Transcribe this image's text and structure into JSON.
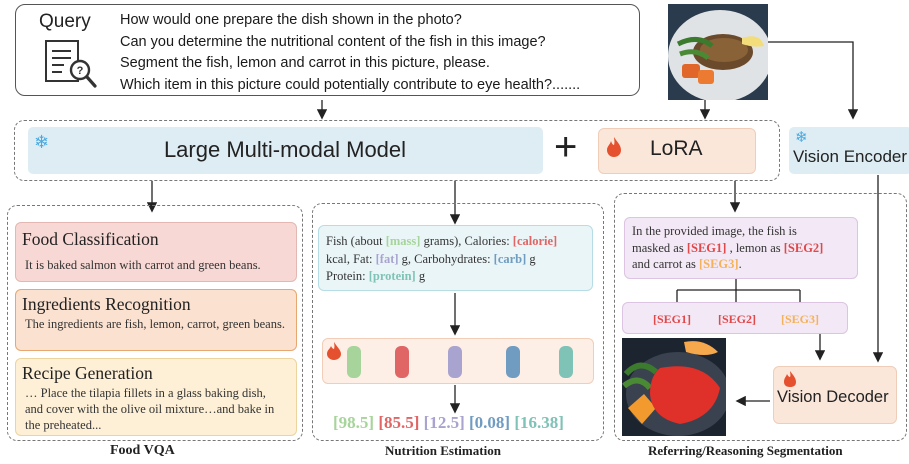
{
  "query": {
    "title": "Query",
    "lines": [
      "How would one prepare the dish shown in the photo?",
      "Can you determine the nutritional content of the fish in this image?",
      "Segment the fish, lemon and carrot in this picture, please.",
      "Which item in this picture could potentially contribute to eye health?......."
    ]
  },
  "model": {
    "llm_label": "Large Multi-modal Model",
    "plus": "+",
    "lora_label": "LoRA",
    "vision_encoder_label": "Vision Encoder",
    "vision_decoder_label": "Vision Decoder"
  },
  "food_vqa": {
    "section_label": "Food VQA",
    "cards": [
      {
        "title": "Food Classification",
        "body": "It is baked salmon with carrot and green beans."
      },
      {
        "title": "Ingredients Recognition",
        "body": "The ingredients are fish, lemon, carrot, green beans."
      },
      {
        "title": "Recipe Generation",
        "body": "… Place the tilapia fillets in a glass baking dish, and cover with the olive oil mixture…and bake in the preheated..."
      }
    ]
  },
  "nutrition": {
    "section_label": "Nutrition Estimation",
    "text": {
      "p1": "Fish (about ",
      "mass": "[mass]",
      "p2": " grams), Calories: ",
      "calorie": "[calorie]",
      "p3": "kcal, Fat: ",
      "fat": "[fat]",
      "p4": " g, Carbohydrates: ",
      "carb": "[carb]",
      "p5": " g",
      "p6": "Protein: ",
      "protein": "[protein]",
      "p7": " g"
    },
    "values": [
      "[98.5]",
      "[85.5]",
      "[12.5]",
      "[0.08]",
      "[16.38]"
    ],
    "colors": [
      "#a6d49a",
      "#e06666",
      "#a9a3cf",
      "#6f9cc0",
      "#7fc2b6"
    ]
  },
  "segmentation": {
    "section_label": "Referring/Reasoning Segmentation",
    "text": {
      "p1": "In the provided image, the fish is",
      "p2": "masked as ",
      "seg1": "[SEG1]",
      "p3": " , lemon as ",
      "seg2": "[SEG2]",
      "p4": "and carrot as ",
      "seg3": "[SEG3]",
      "p5": "."
    },
    "tokens": [
      "[SEG1]",
      "[SEG2]",
      "[SEG3]"
    ],
    "token_colors": [
      "#e0484a",
      "#e0484a",
      "#f4b25a"
    ]
  }
}
